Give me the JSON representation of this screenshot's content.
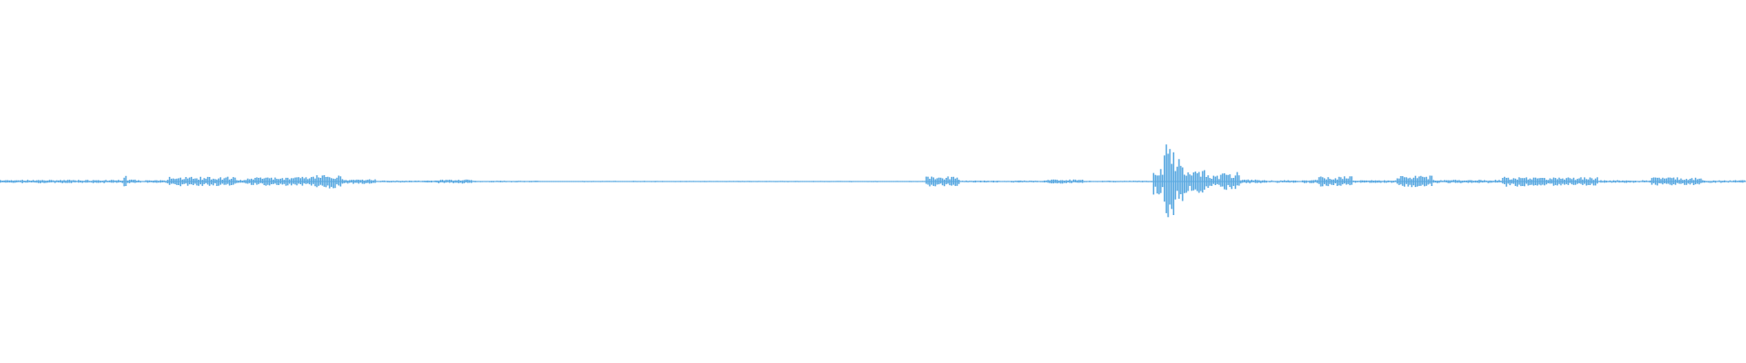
{
  "waveform": {
    "color": "#5aa9e1",
    "background": "#ffffff",
    "samples_per_pixel_column": 1,
    "amplitude_segments": [
      {
        "from": 0.0,
        "to": 0.07,
        "amp": 0.01
      },
      {
        "from": 0.07,
        "to": 0.072,
        "amp": 0.035
      },
      {
        "from": 0.072,
        "to": 0.078,
        "amp": 0.012
      },
      {
        "from": 0.078,
        "to": 0.095,
        "amp": 0.008
      },
      {
        "from": 0.095,
        "to": 0.135,
        "amp": 0.028
      },
      {
        "from": 0.135,
        "to": 0.14,
        "amp": 0.01
      },
      {
        "from": 0.14,
        "to": 0.165,
        "amp": 0.025
      },
      {
        "from": 0.165,
        "to": 0.18,
        "amp": 0.03
      },
      {
        "from": 0.18,
        "to": 0.195,
        "amp": 0.04
      },
      {
        "from": 0.195,
        "to": 0.215,
        "amp": 0.015
      },
      {
        "from": 0.215,
        "to": 0.25,
        "amp": 0.006
      },
      {
        "from": 0.25,
        "to": 0.27,
        "amp": 0.012
      },
      {
        "from": 0.27,
        "to": 0.31,
        "amp": 0.005
      },
      {
        "from": 0.31,
        "to": 0.33,
        "amp": 0.003
      },
      {
        "from": 0.33,
        "to": 0.53,
        "amp": 0.004
      },
      {
        "from": 0.53,
        "to": 0.55,
        "amp": 0.03
      },
      {
        "from": 0.55,
        "to": 0.6,
        "amp": 0.006
      },
      {
        "from": 0.6,
        "to": 0.62,
        "amp": 0.012
      },
      {
        "from": 0.62,
        "to": 0.66,
        "amp": 0.005
      },
      {
        "from": 0.66,
        "to": 0.666,
        "amp": 0.08
      },
      {
        "from": 0.666,
        "to": 0.672,
        "amp": 0.22
      },
      {
        "from": 0.672,
        "to": 0.678,
        "amp": 0.14
      },
      {
        "from": 0.678,
        "to": 0.69,
        "amp": 0.07
      },
      {
        "from": 0.69,
        "to": 0.7,
        "amp": 0.04
      },
      {
        "from": 0.7,
        "to": 0.71,
        "amp": 0.055
      },
      {
        "from": 0.71,
        "to": 0.725,
        "amp": 0.012
      },
      {
        "from": 0.725,
        "to": 0.745,
        "amp": 0.008
      },
      {
        "from": 0.745,
        "to": 0.755,
        "amp": 0.01
      },
      {
        "from": 0.755,
        "to": 0.775,
        "amp": 0.03
      },
      {
        "from": 0.775,
        "to": 0.8,
        "amp": 0.008
      },
      {
        "from": 0.8,
        "to": 0.82,
        "amp": 0.035
      },
      {
        "from": 0.82,
        "to": 0.86,
        "amp": 0.01
      },
      {
        "from": 0.86,
        "to": 0.875,
        "amp": 0.03
      },
      {
        "from": 0.875,
        "to": 0.915,
        "amp": 0.025
      },
      {
        "from": 0.915,
        "to": 0.945,
        "amp": 0.008
      },
      {
        "from": 0.945,
        "to": 0.975,
        "amp": 0.025
      },
      {
        "from": 0.975,
        "to": 1.0,
        "amp": 0.008
      }
    ]
  }
}
